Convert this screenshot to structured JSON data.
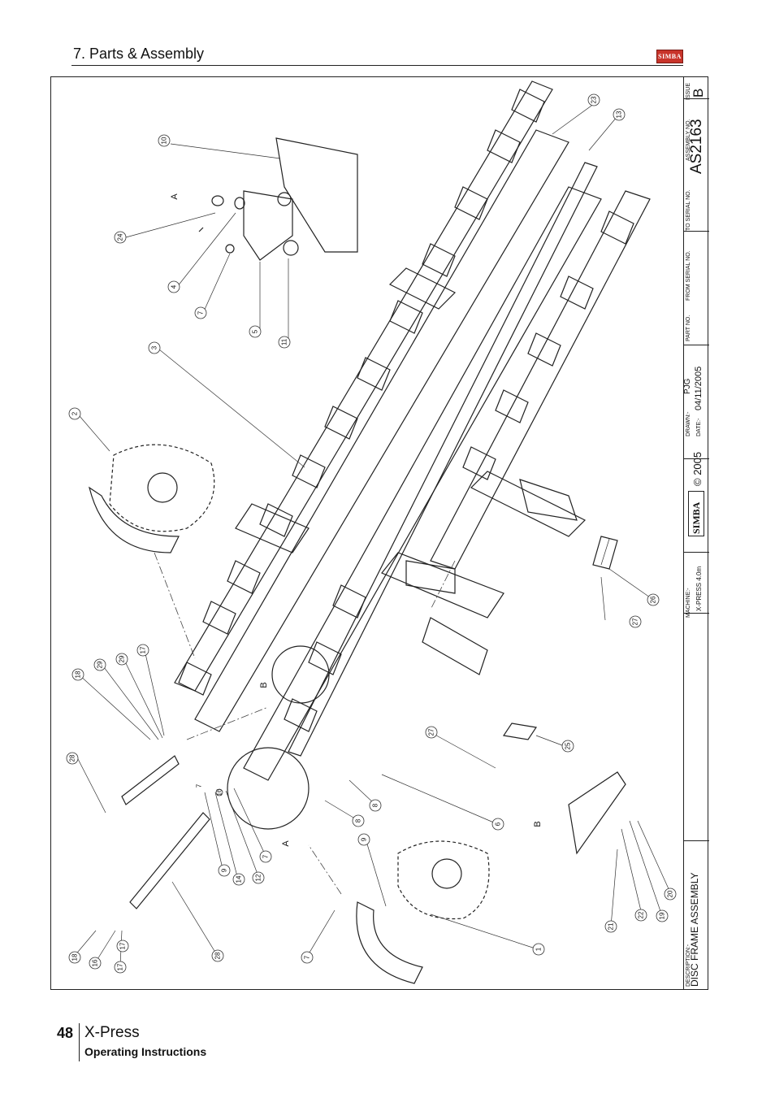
{
  "header": {
    "section_title": "7. Parts & Assembly",
    "logo_text": "SIMBA"
  },
  "title_block": {
    "issue_label": "ISSUE",
    "issue_value": "B",
    "drawing_number": "AS2163",
    "assembly_no_label": "ASSEMBLY NO.",
    "to_serial_label": "TO SERIAL NO.",
    "from_serial_label": "FROM SERIAL NO.",
    "part_no_label": "PART NO.",
    "drawn_label": "DRAWN:-",
    "drawn_value": "PJG",
    "date_label": "DATE:-",
    "date_value": "04/11/2005",
    "copyright": "© 2005",
    "logo_text": "SIMBA",
    "machine_label": "MACHINE:-",
    "machine_value": "X-PRESS 4.0m",
    "description_label": "DESCRIPTION:-",
    "description_value": "DISC FRAME ASSEMBLY"
  },
  "callouts": [
    "1",
    "2",
    "3",
    "4",
    "5",
    "6",
    "7",
    "7",
    "7",
    "7",
    "8",
    "8",
    "9",
    "9",
    "10",
    "11",
    "12",
    "13",
    "14",
    "16",
    "16",
    "17",
    "17",
    "17",
    "18",
    "18",
    "19",
    "20",
    "21",
    "22",
    "23",
    "24",
    "25",
    "26",
    "27",
    "27",
    "28",
    "28",
    "29",
    "29"
  ],
  "view_letters": [
    "A",
    "A",
    "B",
    "B"
  ],
  "footer": {
    "page_number": "48",
    "product": "X-Press",
    "subtitle": "Operating Instructions"
  }
}
